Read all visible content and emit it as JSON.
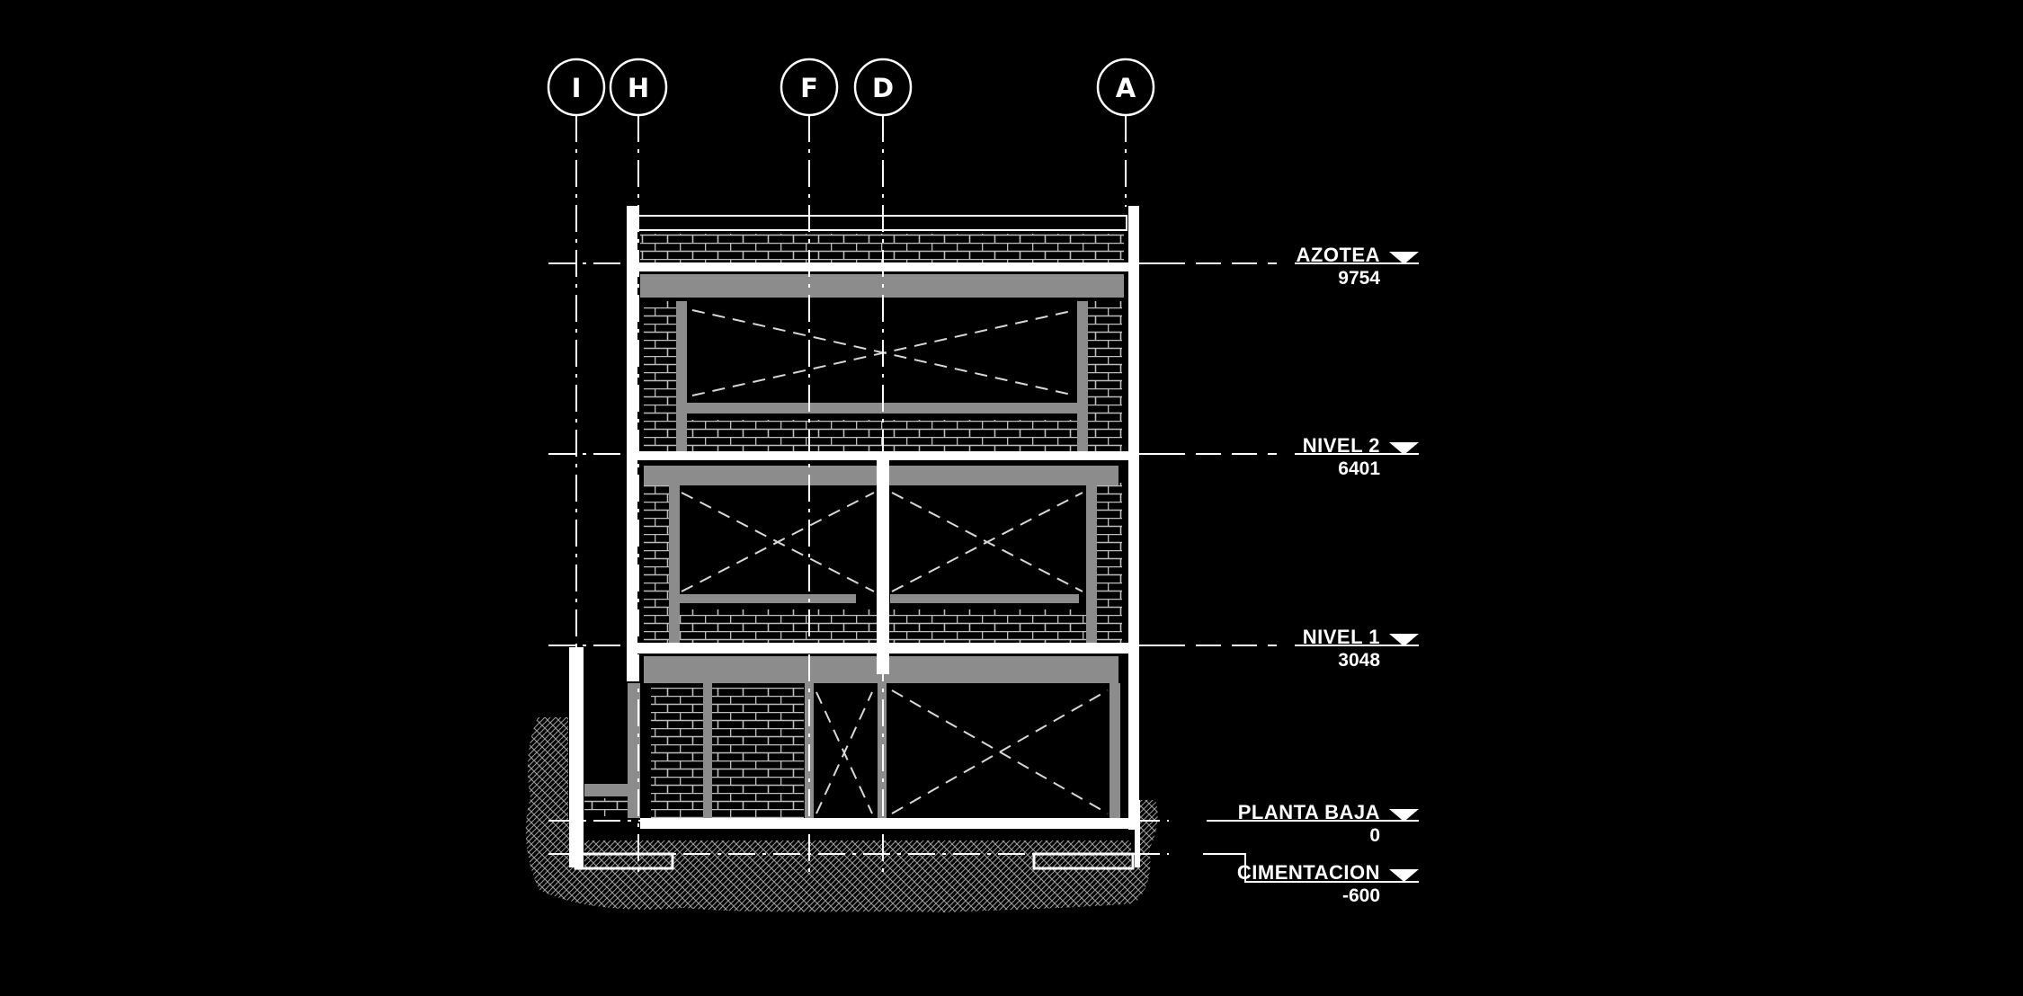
{
  "grid_axes": [
    "I",
    "H",
    "F",
    "D",
    "A"
  ],
  "levels": [
    {
      "name": "AZOTEA",
      "elevation": "9754"
    },
    {
      "name": "NIVEL 2",
      "elevation": "6401"
    },
    {
      "name": "NIVEL 1",
      "elevation": "3048"
    },
    {
      "name": "PLANTA BAJA",
      "elevation": "0"
    },
    {
      "name": "CIMENTACION",
      "elevation": "-600"
    }
  ],
  "colors": {
    "background": "#000000",
    "lines": "#ffffff",
    "fill": "#8c8c8c"
  }
}
